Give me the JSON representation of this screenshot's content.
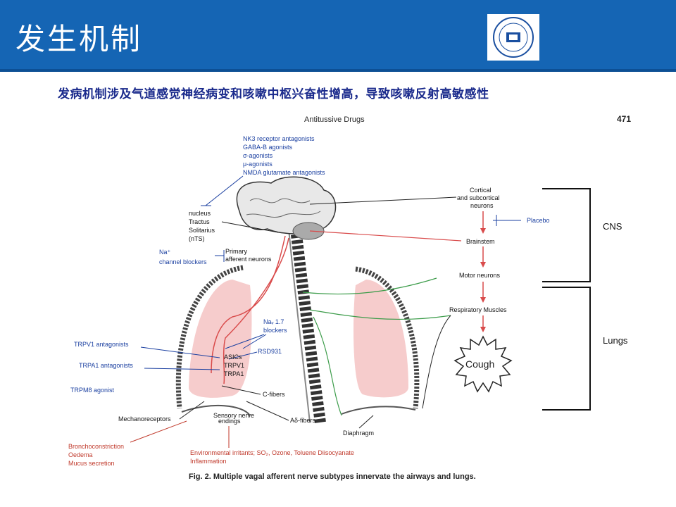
{
  "header": {
    "title": "发生机制"
  },
  "subtitle": "发病机制涉及气道感觉神经病变和咳嗽中枢兴奋性增高，导致咳嗽反射高敏感性",
  "figure": {
    "running_head": "Antitussive Drugs",
    "page_number": "471",
    "drugs_top": [
      "NK3 receptor antagonists",
      "GABA-B agonists",
      "σ-agonists",
      "μ-agonists",
      "NMDA glutamate antagonists"
    ],
    "nts": [
      "nucleus",
      "Tractus",
      "Solitarius",
      "(nTS)"
    ],
    "na_channel": [
      "Na⁺",
      "channel blockers"
    ],
    "primary_afferent": [
      "Primary",
      "afferent neurons"
    ],
    "na17": [
      "Naᵥ 1.7",
      "blockers"
    ],
    "trpv1_antag": "TRPV1 antagonists",
    "trpa1_antag": "TRPA1 antagonists",
    "trpm8": "TRPM8 agonist",
    "rsd": "RSD931",
    "asics": "ASICs",
    "trpv1": "TRPV1",
    "trpa1": "TRPA1",
    "cfibers": "C-fibers",
    "adelta": "Aδ-fibers",
    "mechanoreceptors": "Mechanoreceptors",
    "sensory": [
      "Sensory nerve",
      "endings"
    ],
    "diaphragm": "Diaphragm",
    "broncho": [
      "Bronchoconstriction",
      "Oedema",
      "Mucus secretion"
    ],
    "env": [
      "Environmental irritants; SO₂, Ozone, Toluene Diisocyanate",
      "Inflammation"
    ],
    "flow": [
      "Cortical",
      "and subcortical",
      "neurons",
      "Brainstem",
      "Motor neurons",
      "Respiratory Muscles"
    ],
    "placebo": "Placebo",
    "cough": "Cough",
    "cns": "CNS",
    "lungs": "Lungs",
    "caption": "Fig. 2. Multiple vagal afferent nerve subtypes innervate the airways and lungs."
  },
  "colors": {
    "header_bg": "#1565b4",
    "subtitle": "#1a2a8c",
    "blue_label": "#1a3fa0",
    "red_label": "#c0392b",
    "lung_fill": "#f6cccc"
  }
}
